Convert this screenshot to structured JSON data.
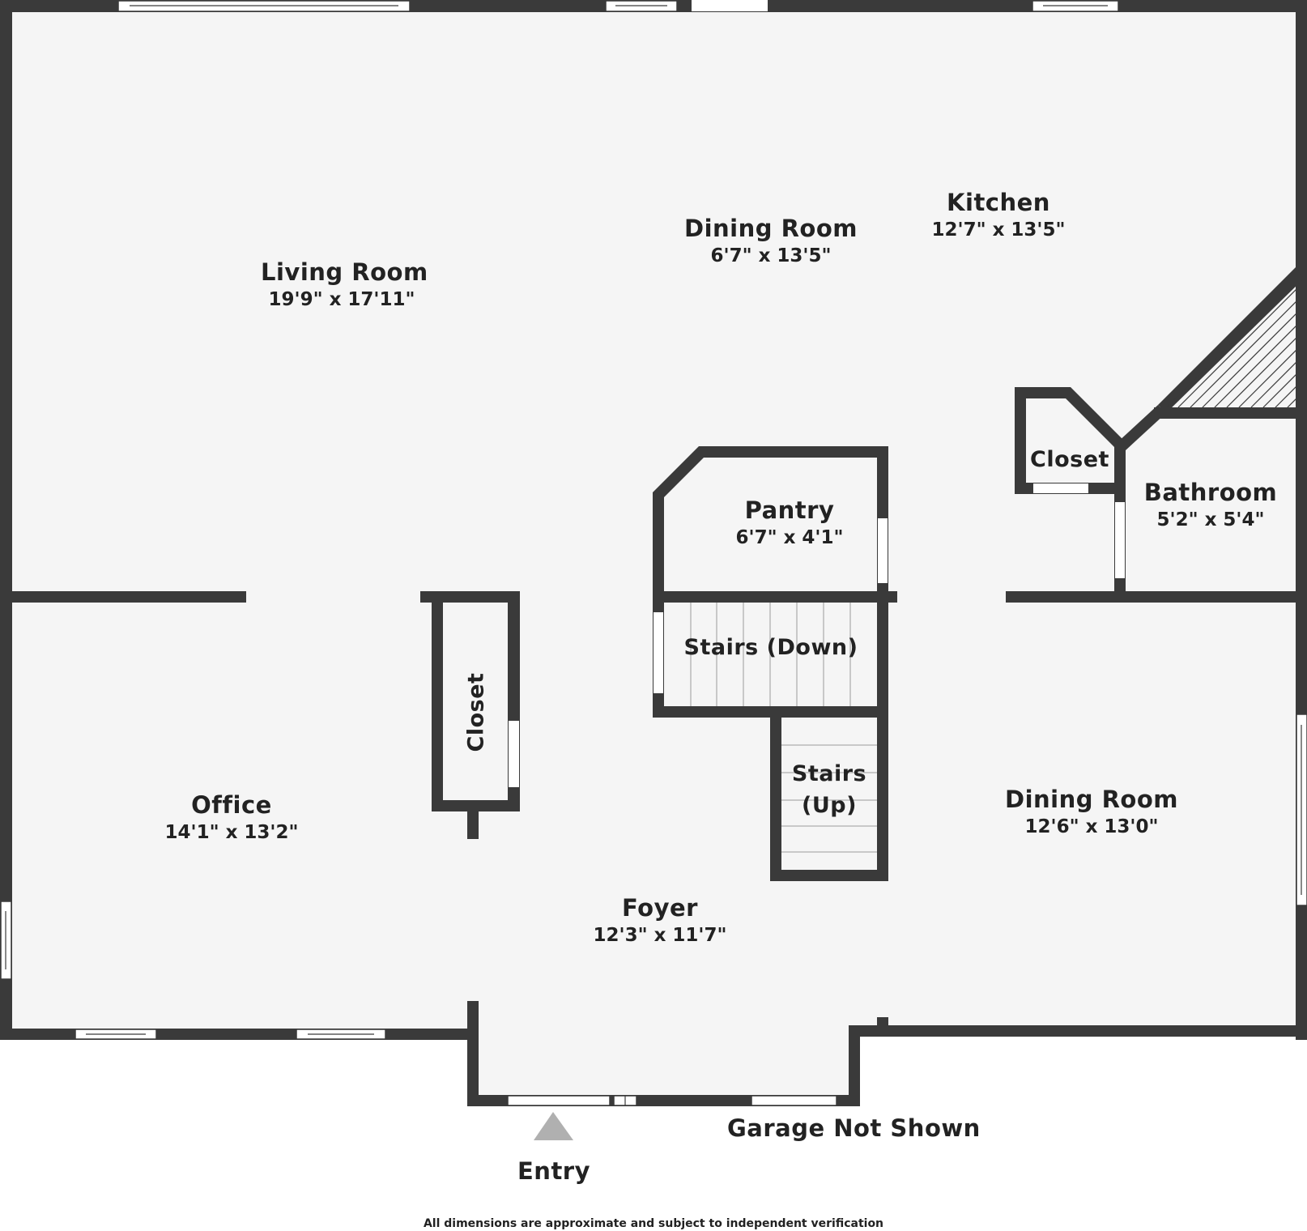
{
  "rooms": {
    "living_room": {
      "name": "Living Room",
      "dims": "19'9\" x 17'11\""
    },
    "dining_room_upper": {
      "name": "Dining Room",
      "dims": "6'7\" x 13'5\""
    },
    "kitchen": {
      "name": "Kitchen",
      "dims": "12'7\" x 13'5\""
    },
    "closet_kitchen": {
      "name": "Closet"
    },
    "bathroom": {
      "name": "Bathroom",
      "dims": "5'2\" x 5'4\""
    },
    "pantry": {
      "name": "Pantry",
      "dims": "6'7\" x 4'1\""
    },
    "stairs_down": {
      "name": "Stairs (Down)"
    },
    "stairs_up": {
      "name_line1": "Stairs",
      "name_line2": "(Up)"
    },
    "closet_office": {
      "name": "Closet"
    },
    "office": {
      "name": "Office",
      "dims": "14'1\" x 13'2\""
    },
    "dining_room_lower": {
      "name": "Dining Room",
      "dims": "12'6\" x 13'0\""
    },
    "foyer": {
      "name": "Foyer",
      "dims": "12'3\" x 11'7\""
    }
  },
  "notes": {
    "garage": "Garage Not Shown",
    "entry": "Entry",
    "disclaimer": "All dimensions are approximate and subject to independent verification"
  },
  "colors": {
    "wall": "#3a3a3a",
    "floor": "#f5f5f5",
    "entry_arrow": "#b0b0b0"
  }
}
